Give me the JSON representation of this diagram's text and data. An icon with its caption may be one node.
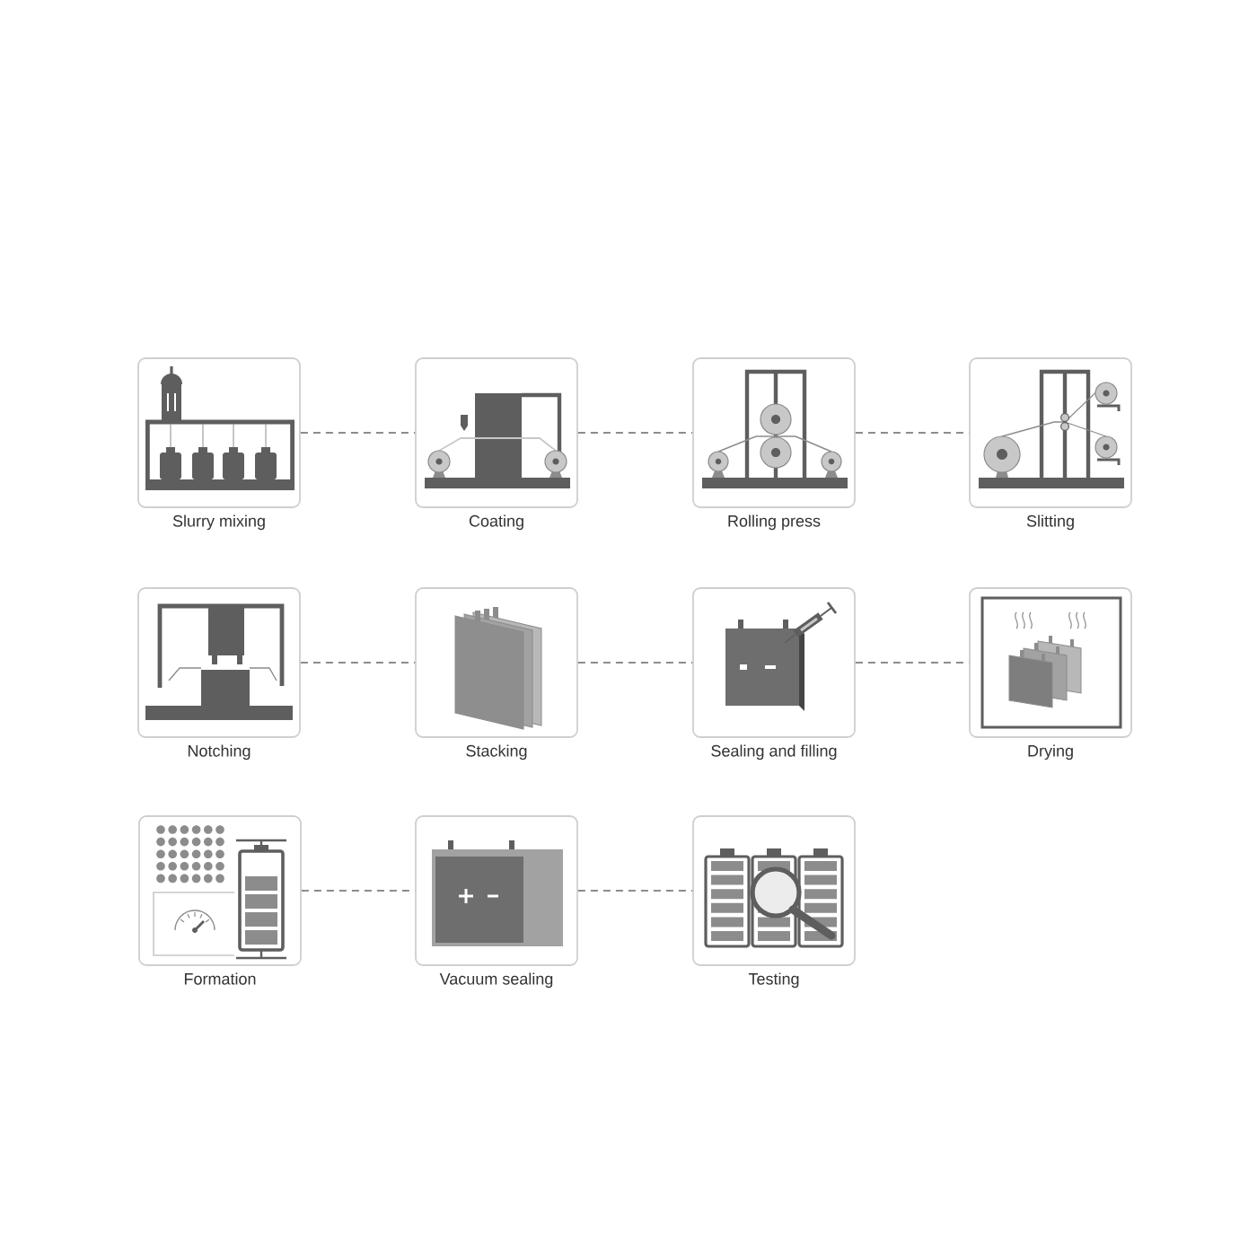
{
  "diagram": {
    "nodes": [
      {
        "text": [
          "Slurry mixing"
        ]
      },
      {
        "text": [
          "Coating"
        ]
      },
      {
        "text": [
          "Rolling press"
        ]
      },
      {
        "text": [
          "Slitting"
        ]
      },
      {
        "text": [
          "Notching"
        ]
      },
      {
        "text": [
          "Stacking"
        ]
      },
      {
        "text": [
          "Sealing and filling"
        ]
      },
      {
        "text": [
          "Drying"
        ]
      },
      {
        "text": [
          "Formation"
        ]
      },
      {
        "text": [
          "Vacuum sealing"
        ]
      },
      {
        "text": [
          "Testing"
        ]
      }
    ],
    "edges": [
      {
        "from": 0,
        "to": 1,
        "arrow": "none",
        "style": "dashed"
      },
      {
        "from": 1,
        "to": 2,
        "arrow": "none",
        "style": "dashed"
      },
      {
        "from": 2,
        "to": 3,
        "arrow": "none",
        "style": "dashed"
      },
      {
        "from": 4,
        "to": 5,
        "arrow": "none",
        "style": "dashed"
      },
      {
        "from": 5,
        "to": 6,
        "arrow": "none",
        "style": "dashed"
      },
      {
        "from": 6,
        "to": 7,
        "arrow": "none",
        "style": "dashed"
      },
      {
        "from": 8,
        "to": 9,
        "arrow": "none",
        "style": "dashed"
      },
      {
        "from": 9,
        "to": 10,
        "arrow": "none",
        "style": "dashed"
      }
    ]
  }
}
